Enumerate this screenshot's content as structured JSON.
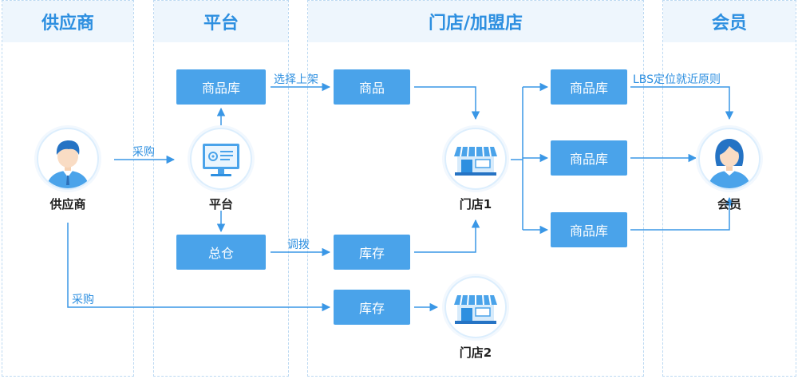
{
  "lanes": {
    "supplier": "供应商",
    "platform": "平台",
    "store": "门店/加盟店",
    "member": "会员"
  },
  "nodes": {
    "supplier_label": "供应商",
    "platform_label": "平台",
    "store1_label": "门店1",
    "store2_label": "门店2",
    "member_label": "会员",
    "platform_catalog": "商品库",
    "central_warehouse": "总仓",
    "store_goods": "商品",
    "store1_inventory": "库存",
    "store2_inventory": "库存",
    "member_catalog_1": "商品库",
    "member_catalog_2": "商品库",
    "member_catalog_3": "商品库"
  },
  "edges": {
    "purchase_to_platform": "采购",
    "select_listing": "选择上架",
    "transfer": "调拨",
    "purchase_to_store2": "采购",
    "lbs_rule": "LBS定位就近原则"
  },
  "colors": {
    "accent": "#2d8fe0",
    "box_fill": "#4aa3ea",
    "lane_head_bg": "#eef6fd",
    "lane_border": "#bcd9f2"
  }
}
